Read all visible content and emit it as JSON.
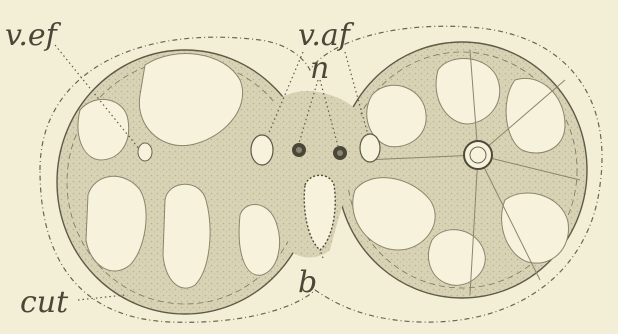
{
  "figure": {
    "labels": {
      "vessel_efferent": "v.ef",
      "vessel_afferent": "v.af",
      "nerve": "n",
      "b": "b",
      "cuticle": "cut"
    },
    "colors": {
      "paper": "#f3efd6",
      "ink": "#5e5a48",
      "tissue": "#dcd7ba",
      "tissue_dark": "#c9c3a3",
      "lumen": "#f6f2dc"
    }
  }
}
